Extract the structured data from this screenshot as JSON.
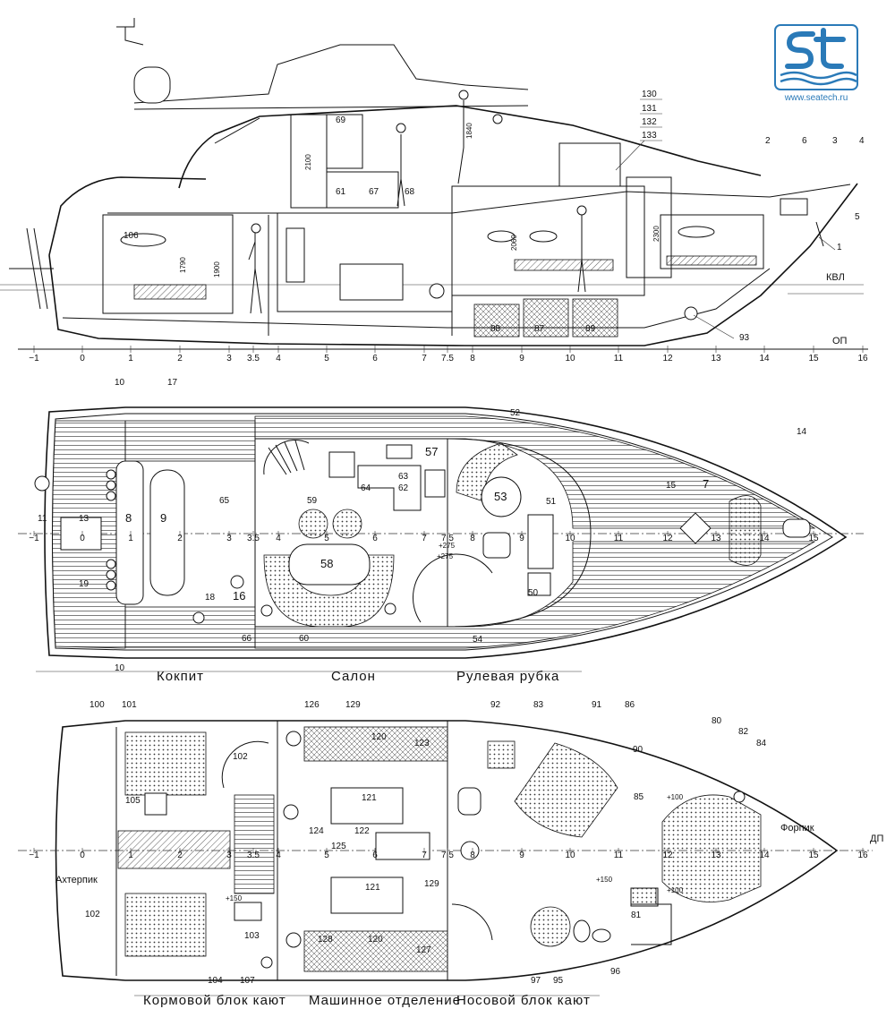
{
  "logo": {
    "url": "www.seatech.ru",
    "brand_color": "#2a7ab8"
  },
  "profile": {
    "stations": [
      "−1",
      "0",
      "1",
      "2",
      "3",
      "3.5",
      "4",
      "5",
      "6",
      "7",
      "7.5",
      "8",
      "9",
      "10",
      "11",
      "12",
      "13",
      "14",
      "15",
      "16"
    ],
    "waterline_label": "КВЛ",
    "baseline_label": "ОП",
    "refs": {
      "r1": "1",
      "r2": "2",
      "r3": "3",
      "r4": "4",
      "r5": "5",
      "r6": "6",
      "r61": "61",
      "r67": "67",
      "r68": "68",
      "r69": "69",
      "r87": "87",
      "r88": "88",
      "r89": "89",
      "r93": "93",
      "r106": "106",
      "r130": "130",
      "r131": "131",
      "r132": "132",
      "r133": "133"
    },
    "dims": {
      "d1790": "1790",
      "d1900": "1900",
      "d2100": "2100",
      "d1840": "1840",
      "d2060": "2060",
      "d2300": "2300"
    }
  },
  "deck": {
    "stations": [
      "−1",
      "0",
      "1",
      "2",
      "3",
      "3.5",
      "4",
      "5",
      "6",
      "7",
      "7.5",
      "8",
      "9",
      "10",
      "11",
      "12",
      "13",
      "14",
      "15"
    ],
    "refs": {
      "r7": "7",
      "r8": "8",
      "r9": "9",
      "r10a": "10",
      "r10b": "10",
      "r11": "11",
      "r13": "13",
      "r14": "14",
      "r15": "15",
      "r16": "16",
      "r17": "17",
      "r18": "18",
      "r19": "19",
      "r50": "50",
      "r51": "51",
      "r52": "52",
      "r53": "53",
      "r54": "54",
      "r57": "57",
      "r58": "58",
      "r59": "59",
      "r60": "60",
      "r62": "62",
      "r63": "63",
      "r64": "64",
      "r65": "65",
      "r66": "66"
    },
    "dims": {
      "d275a": "+275",
      "d275b": "+275"
    },
    "sections": [
      "Кокпит",
      "Салон",
      "Рулевая рубка"
    ]
  },
  "lower": {
    "stations": [
      "−1",
      "0",
      "1",
      "2",
      "3",
      "3.5",
      "4",
      "5",
      "6",
      "7",
      "7.5",
      "8",
      "9",
      "10",
      "11",
      "12",
      "13",
      "14",
      "15",
      "16"
    ],
    "centerline_label": "ДП",
    "aft_label": "Ахтерпик",
    "fore_label": "Форпик",
    "refs": {
      "r80": "80",
      "r81": "81",
      "r82": "82",
      "r83": "83",
      "r84": "84",
      "r85": "85",
      "r86": "86",
      "r90": "90",
      "r91": "91",
      "r92": "92",
      "r95": "95",
      "r96": "96",
      "r97": "97",
      "r100": "100",
      "r101": "101",
      "r102a": "102",
      "r102b": "102",
      "r103": "103",
      "r104": "104",
      "r105": "105",
      "r107": "107",
      "r120a": "120",
      "r120b": "120",
      "r121a": "121",
      "r121b": "121",
      "r122": "122",
      "r123": "123",
      "r124": "124",
      "r125": "125",
      "r126": "126",
      "r127": "127",
      "r128": "128",
      "r129a": "129",
      "r129b": "129"
    },
    "dims": {
      "d150a": "+150",
      "d150b": "+150",
      "d100a": "+100",
      "d100b": "+100"
    },
    "sections": [
      "Кормовой блок кают",
      "Машинное отделение",
      "Носовой блок кают"
    ]
  }
}
